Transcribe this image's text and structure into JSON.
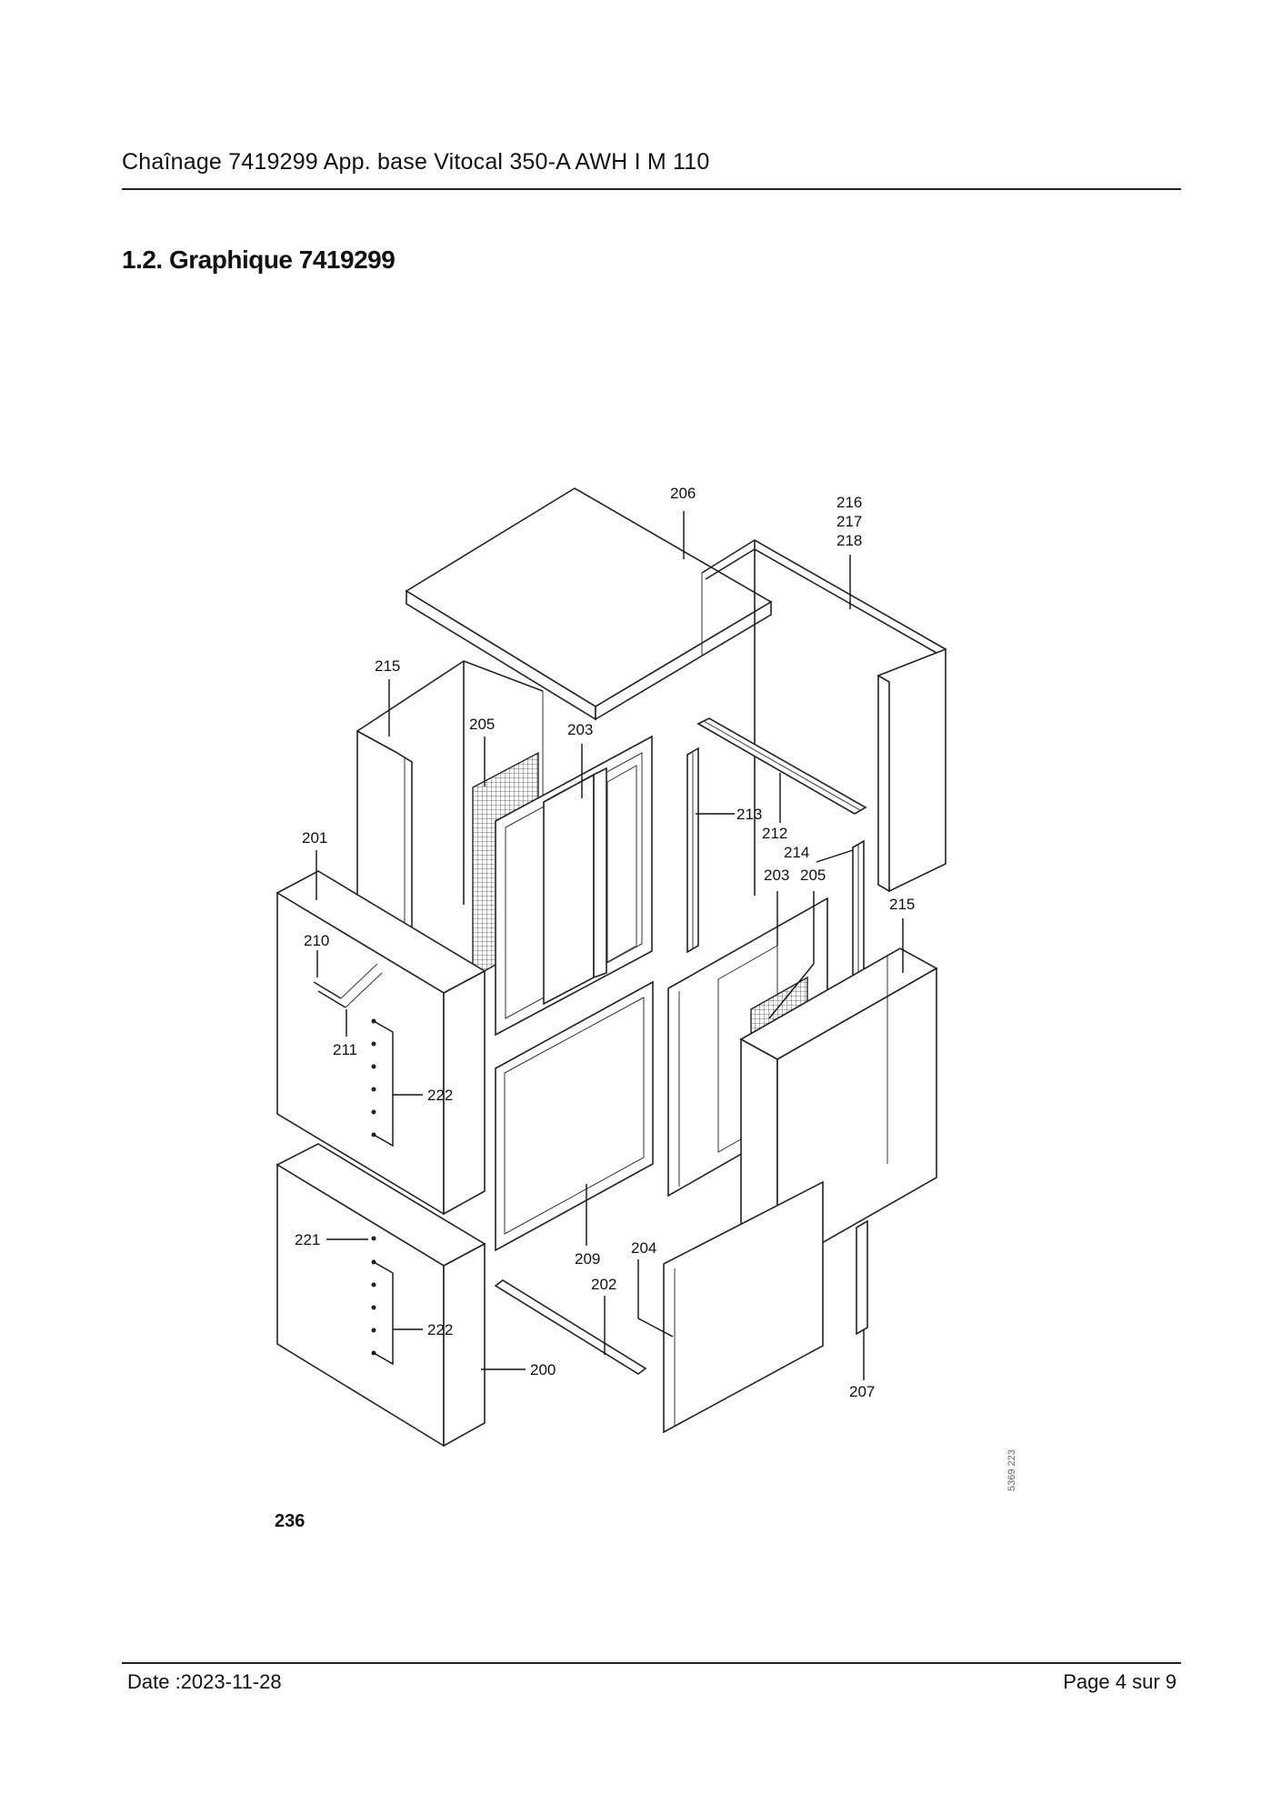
{
  "header": {
    "document_title": "Chaînage 7419299 App. base Vitocal 350-A AWH I M 110"
  },
  "section": {
    "title": "1.2. Graphique 7419299"
  },
  "drawing": {
    "labels": {
      "l200": "200",
      "l201": "201",
      "l202": "202",
      "l203a": "203",
      "l203b": "203",
      "l204": "204",
      "l205a": "205",
      "l205b": "205",
      "l206": "206",
      "l207": "207",
      "l209": "209",
      "l210": "210",
      "l211": "211",
      "l212": "212",
      "l213": "213",
      "l214": "214",
      "l215a": "215",
      "l215b": "215",
      "l216": "216",
      "l217": "217",
      "l218": "218",
      "l221": "221",
      "l222a": "222",
      "l222b": "222"
    },
    "drawing_code": "5369 223",
    "figure_ref": "236"
  },
  "footer": {
    "date": "Date :2023-11-28",
    "page": "Page 4 sur  9"
  }
}
